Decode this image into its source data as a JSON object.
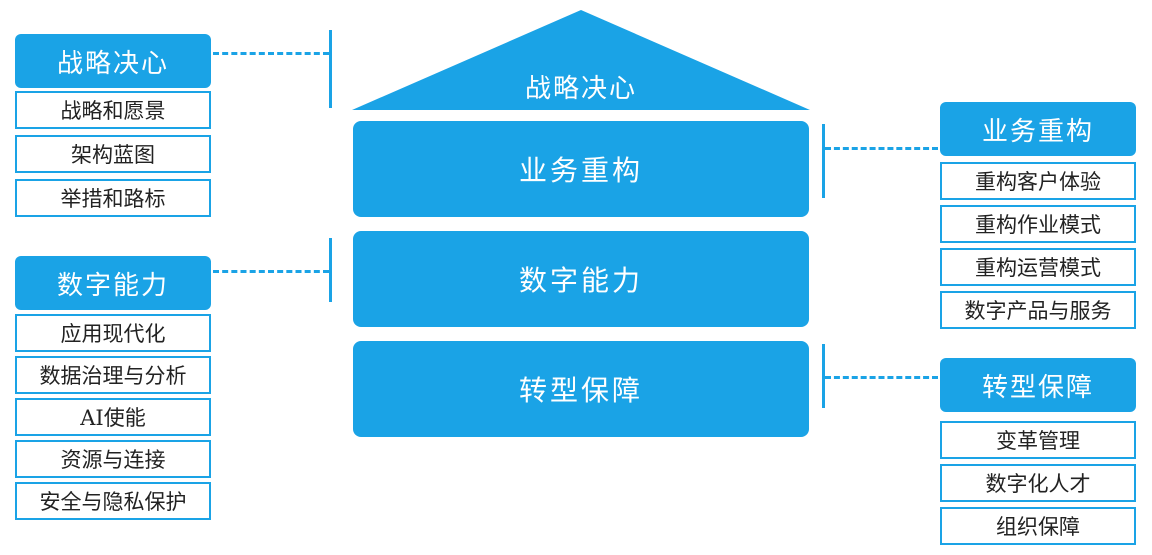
{
  "center": {
    "roof_label": "战略决心",
    "floors": [
      "业务重构",
      "数字能力",
      "转型保障"
    ]
  },
  "left": {
    "strategy": {
      "title": "战略决心",
      "items": [
        "战略和愿景",
        "架构蓝图",
        "举措和路标"
      ]
    },
    "digital": {
      "title": "数字能力",
      "items": [
        "应用现代化",
        "数据治理与分析",
        "AI使能",
        "资源与连接",
        "安全与隐私保护"
      ]
    }
  },
  "right": {
    "business": {
      "title": "业务重构",
      "items": [
        "重构客户体验",
        "重构作业模式",
        "重构运营模式",
        "数字产品与服务"
      ]
    },
    "transform": {
      "title": "转型保障",
      "items": [
        "变革管理",
        "数字化人才",
        "组织保障"
      ]
    }
  },
  "colors": {
    "accent": "#1aa3e6",
    "text": "#222222"
  }
}
